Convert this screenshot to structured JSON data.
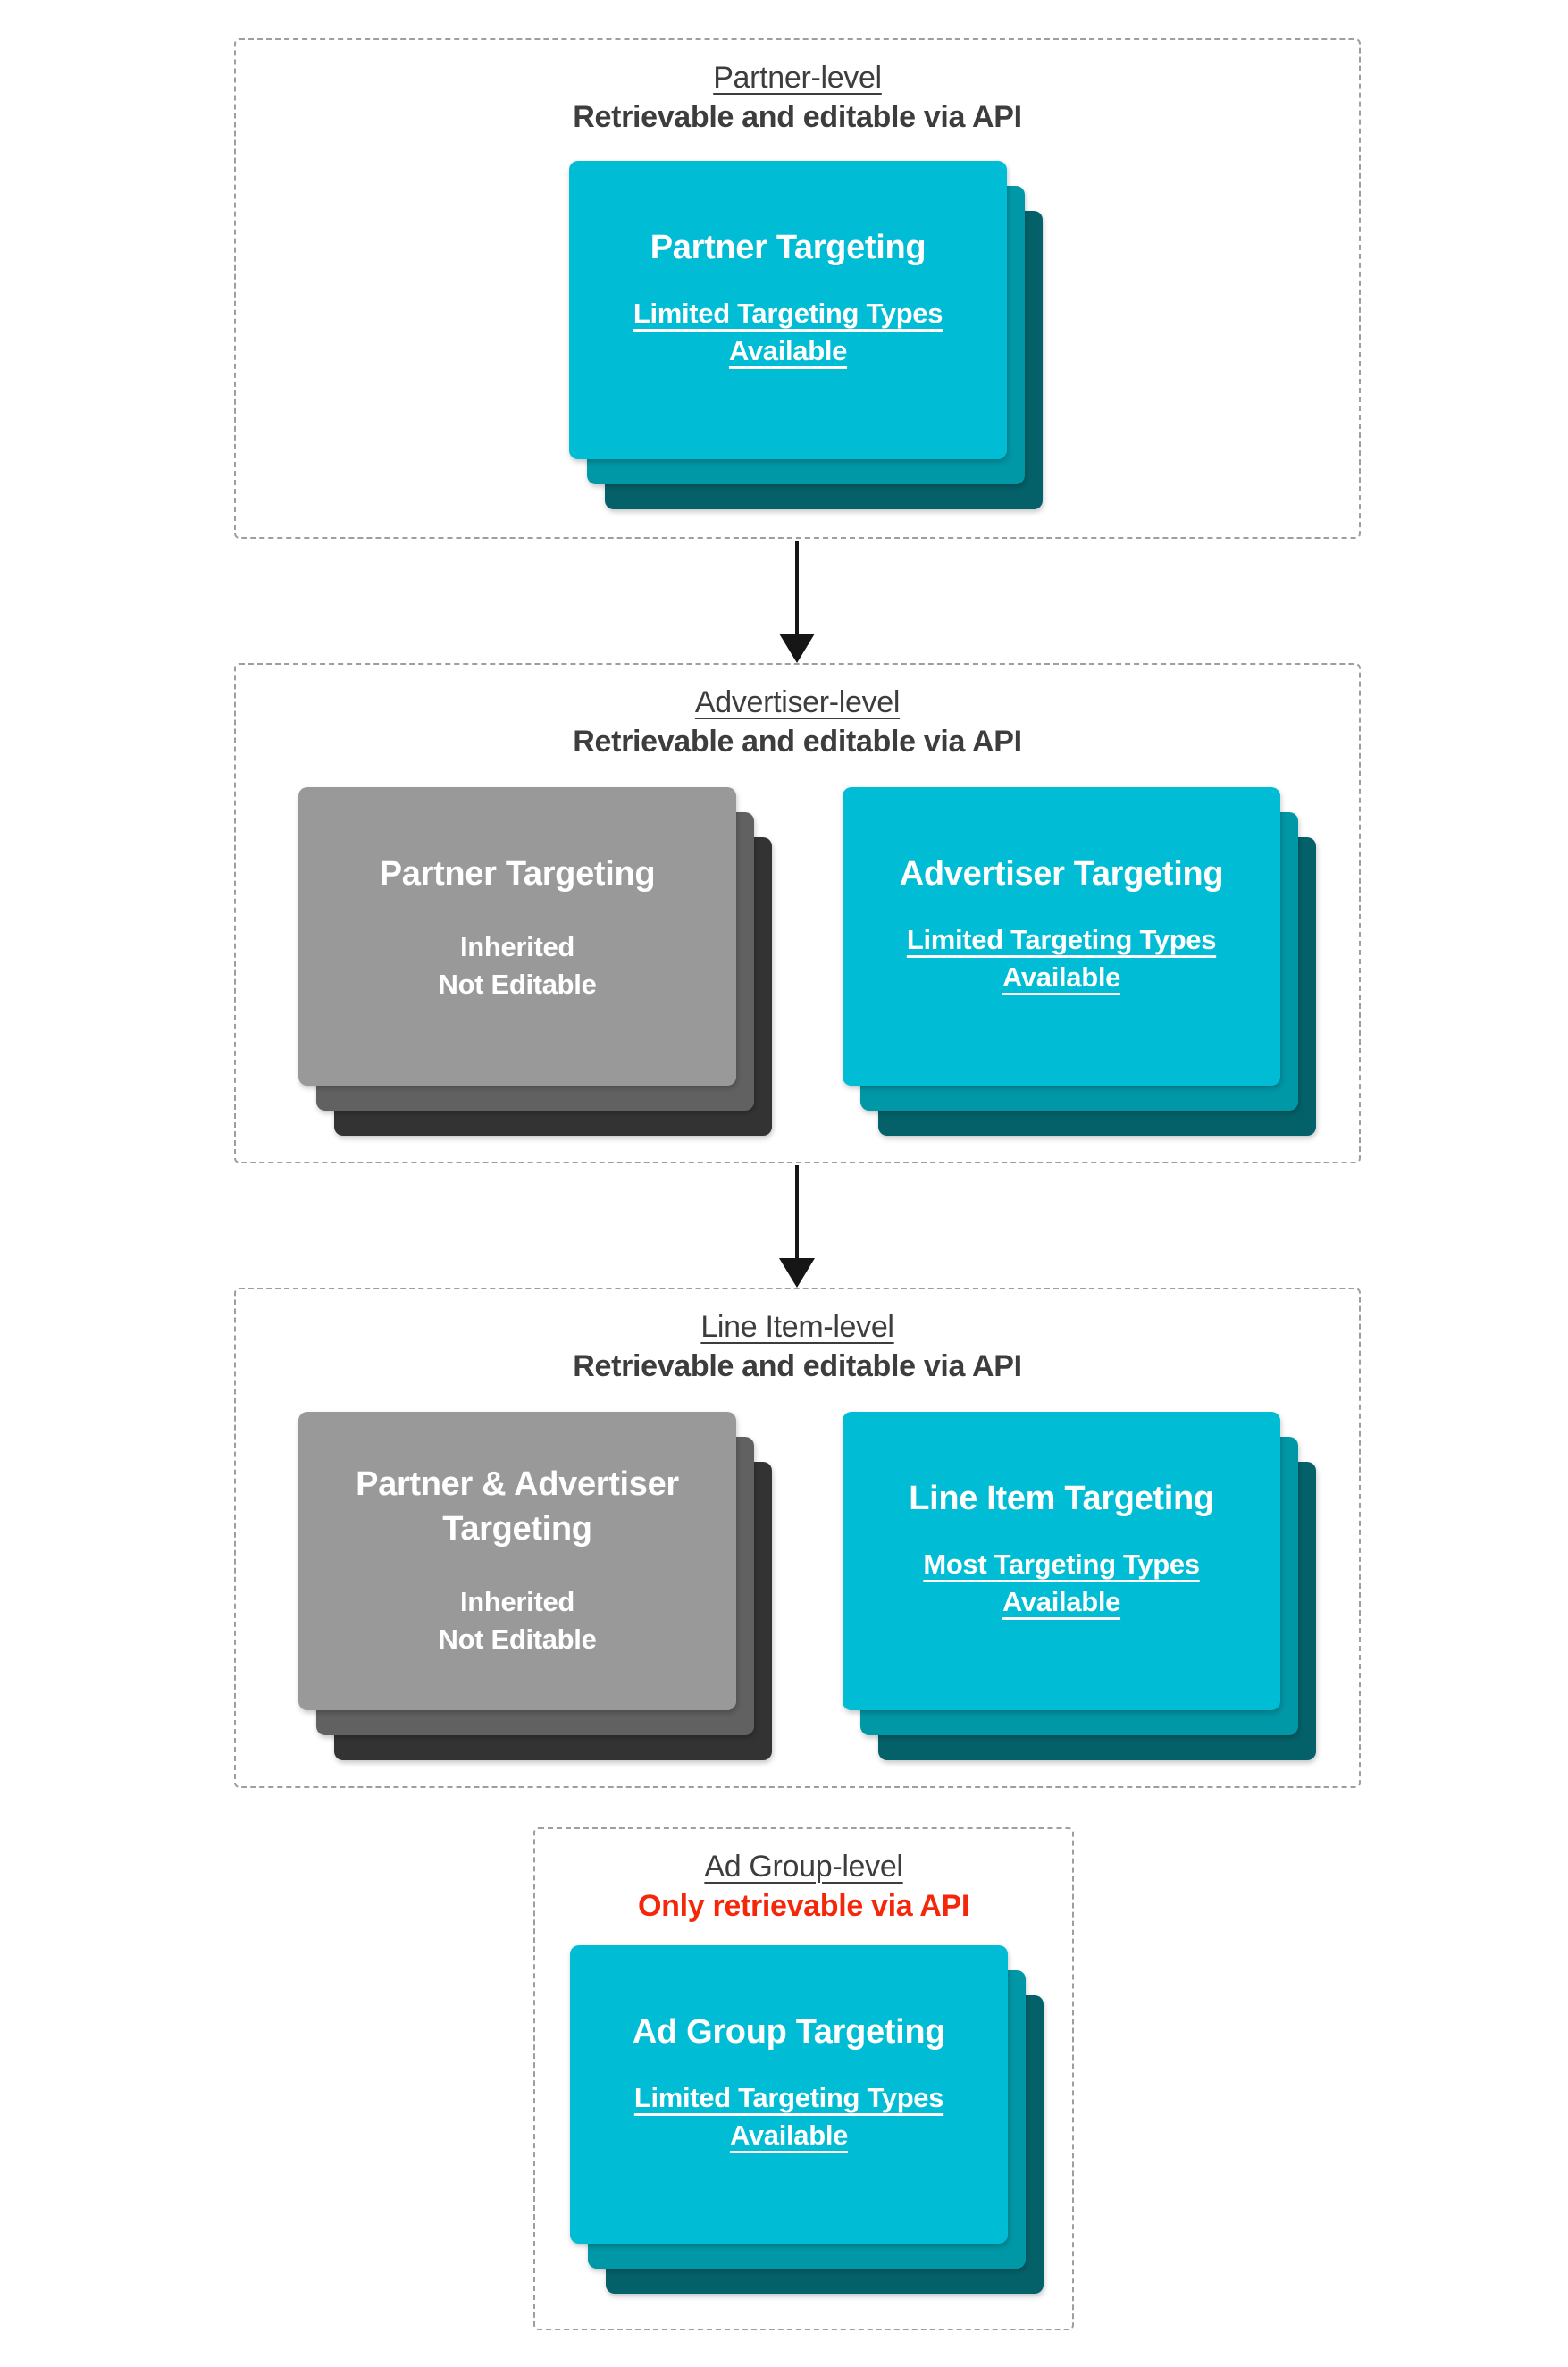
{
  "colors": {
    "cyan": "#00bcd4",
    "cyanMid": "#0097a7",
    "cyanBack": "#056169",
    "gray": "#999999",
    "grayMid": "#616161",
    "grayBack": "#333333",
    "heading": "#3d3d3d",
    "red": "#f5270b",
    "border": "#9e9e9e",
    "arrow": "#161616"
  },
  "sections": [
    {
      "heading": "Partner-level",
      "subheading": "Retrievable and editable via API",
      "cards": [
        {
          "variant": "cyan",
          "title_lines": [
            "Partner Targeting"
          ],
          "sub_lines": [
            "Limited Targeting Types",
            "Available"
          ],
          "sub_underline": true
        }
      ]
    },
    {
      "heading": "Advertiser-level",
      "subheading": "Retrievable and editable via API",
      "cards": [
        {
          "variant": "gray",
          "title_lines": [
            "Partner Targeting"
          ],
          "sub_lines": [
            "Inherited",
            "Not Editable"
          ],
          "sub_underline": false
        },
        {
          "variant": "cyan",
          "title_lines": [
            "Advertiser Targeting"
          ],
          "sub_lines": [
            "Limited Targeting Types",
            "Available"
          ],
          "sub_underline": true
        }
      ]
    },
    {
      "heading": "Line Item-level",
      "subheading": "Retrievable and editable via API",
      "cards": [
        {
          "variant": "gray",
          "title_lines": [
            "Partner & Advertiser",
            "Targeting"
          ],
          "sub_lines": [
            "Inherited",
            "Not Editable"
          ],
          "sub_underline": false
        },
        {
          "variant": "cyan",
          "title_lines": [
            "Line Item Targeting"
          ],
          "sub_lines": [
            "Most Targeting Types",
            "Available"
          ],
          "sub_underline": true
        }
      ]
    },
    {
      "heading": "Ad Group-level",
      "subheading": "Only retrievable via API",
      "cards": [
        {
          "variant": "cyan",
          "title_lines": [
            "Ad Group Targeting"
          ],
          "sub_lines": [
            "Limited Targeting Types",
            "Available"
          ],
          "sub_underline": true
        }
      ]
    }
  ]
}
